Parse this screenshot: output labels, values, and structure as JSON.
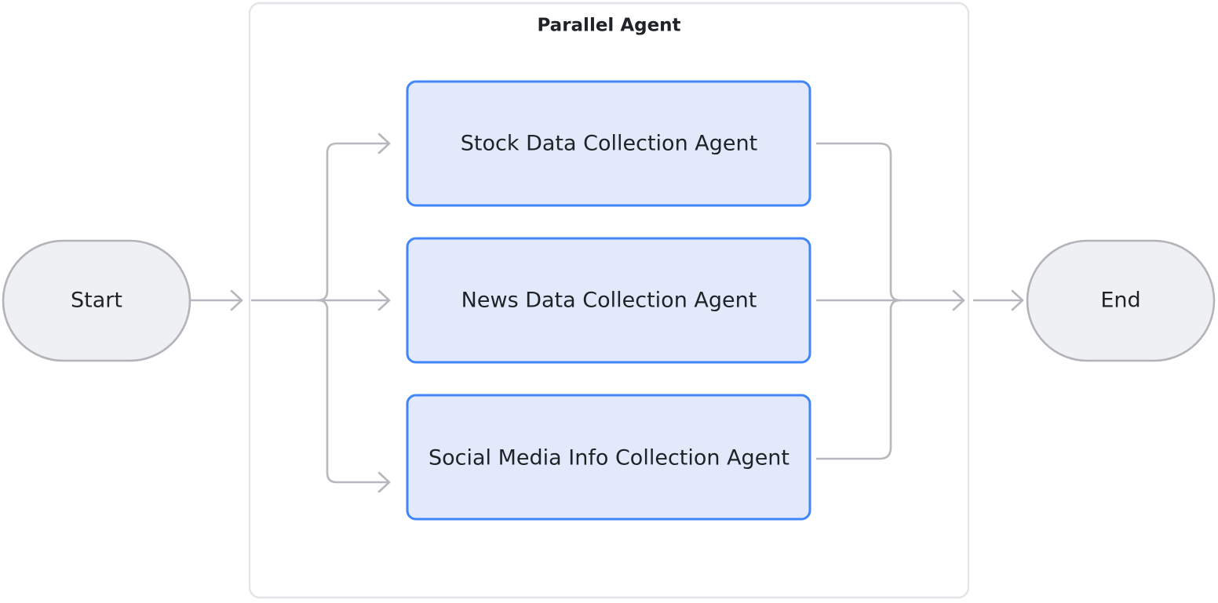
{
  "diagram": {
    "type": "flowchart",
    "orientation": "left-to-right",
    "background_color": "#ffffff",
    "group": {
      "title": "Parallel Agent",
      "border_color": "#e4e5e9",
      "fill_color": "#ffffff"
    },
    "terminals": [
      {
        "id": "start",
        "label": "Start",
        "shape": "stadium",
        "fill_color": "#eff0f2",
        "border_color": "#b2b4b9"
      },
      {
        "id": "end",
        "label": "End",
        "shape": "stadium",
        "fill_color": "#eff0f2",
        "border_color": "#b2b4b9"
      }
    ],
    "agents": [
      {
        "id": "stock",
        "label": "Stock Data Collection Agent",
        "shape": "rounded-rect",
        "fill_color": "#e1e9fb",
        "border_color": "#4285f4"
      },
      {
        "id": "news",
        "label": "News Data Collection Agent",
        "shape": "rounded-rect",
        "fill_color": "#e1e9fb",
        "border_color": "#4285f4"
      },
      {
        "id": "social",
        "label": "Social Media Info Collection Agent",
        "shape": "rounded-rect",
        "fill_color": "#e1e9fb",
        "border_color": "#4285f4"
      }
    ],
    "edges": [
      {
        "from": "start",
        "to": "parallel-agent-group",
        "style": "solid-arrow",
        "color": "#b6b8bd"
      },
      {
        "from": "fan-out",
        "to": "stock",
        "style": "solid-arrow",
        "color": "#b6b8bd"
      },
      {
        "from": "fan-out",
        "to": "news",
        "style": "solid-arrow",
        "color": "#b6b8bd"
      },
      {
        "from": "fan-out",
        "to": "social",
        "style": "solid-arrow",
        "color": "#b6b8bd"
      },
      {
        "from": "stock",
        "to": "fan-in",
        "style": "solid",
        "color": "#b6b8bd"
      },
      {
        "from": "news",
        "to": "fan-in",
        "style": "solid",
        "color": "#b6b8bd"
      },
      {
        "from": "social",
        "to": "fan-in",
        "style": "solid",
        "color": "#b6b8bd"
      },
      {
        "from": "fan-in",
        "to": "parallel-agent-group-exit",
        "style": "solid-arrow",
        "color": "#b6b8bd"
      },
      {
        "from": "parallel-agent-group",
        "to": "end",
        "style": "solid-arrow",
        "color": "#b6b8bd"
      }
    ]
  }
}
